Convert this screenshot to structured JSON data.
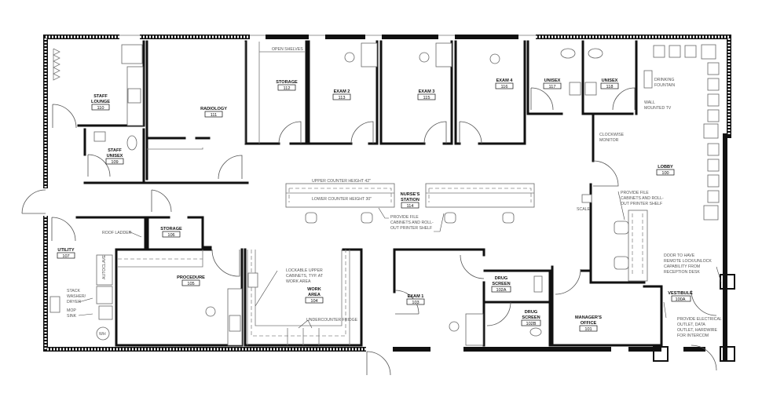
{
  "rooms": {
    "staff_lounge": {
      "name": "STAFF LOUNGE",
      "name1": "STAFF",
      "name2": "LOUNGE",
      "number": "110"
    },
    "staff_unisex": {
      "name1": "STAFF",
      "name2": "UNISEX",
      "number": "109"
    },
    "radiology": {
      "name": "RADIOLOGY",
      "number": "111"
    },
    "storage_112": {
      "name": "STORAGE",
      "number": "112"
    },
    "exam_2": {
      "name": "EXAM 2",
      "number": "113"
    },
    "exam_3": {
      "name": "EXAM 3",
      "number": "115"
    },
    "exam_4": {
      "name": "EXAM 4",
      "number": "116"
    },
    "unisex_117": {
      "name": "UNISEX",
      "number": "117"
    },
    "unisex_118": {
      "name": "UNISEX",
      "number": "118"
    },
    "lobby": {
      "name": "LOBBY",
      "number": "100"
    },
    "nurses_station": {
      "name1": "NURSE'S",
      "name2": "STATION",
      "number": "114"
    },
    "utility": {
      "name": "UTILITY",
      "number": "107"
    },
    "storage_106": {
      "name": "STORAGE",
      "number": "106"
    },
    "procedure": {
      "name": "PROCEDURE",
      "number": "105"
    },
    "work_area": {
      "name1": "WORK",
      "name2": "AREA",
      "number": "104"
    },
    "exam_1": {
      "name": "EXAM 1",
      "number": "103"
    },
    "drug_screen_a": {
      "name1": "DRUG",
      "name2": "SCREEN",
      "number": "102A"
    },
    "drug_screen_b": {
      "name1": "DRUG",
      "name2": "SCREEN",
      "number": "102B"
    },
    "managers_office": {
      "name1": "MANAGER'S",
      "name2": "OFFICE",
      "number": "101"
    },
    "vestibule": {
      "name": "VESTIBULE",
      "number": "100A"
    }
  },
  "notes": {
    "open_shelves": "OPEN SHELVES",
    "upper_counter": "UPPER COUNTER HEIGHT 42\"",
    "lower_counter": "LOWER COUNTER HEIGHT 30\"",
    "file_cabinets_1": [
      "PROVIDE FILE",
      "CABINETS AND ROLL-",
      "OUT PRINTER SHELF"
    ],
    "file_cabinets_2": [
      "PROVIDE FILE",
      "CABINETS AND ROLL-",
      "OUT PRINTER SHELF"
    ],
    "drinking_fountain": [
      "DRINKING",
      "FOUNTAIN"
    ],
    "wall_tv": [
      "WALL",
      "MOUNTED TV"
    ],
    "clockwise_monitor": [
      "CLOCKWISE",
      "MONITOR"
    ],
    "scale": "SCALE",
    "roof_ladder": "ROOF LADDER",
    "autoclave": "AUTOCLAVE",
    "stack_washer": [
      "STACK",
      "WASHER/",
      "DRYER"
    ],
    "mop_sink": [
      "MOP",
      "SINK"
    ],
    "water_heater": "WH",
    "lockable_cabinets": [
      "LOCKABLE UPPER",
      "CABINETS, TYP. AT",
      "WORK AREA"
    ],
    "undercounter_fridge": "UNDERCOUNTER FRIDGE",
    "remote_lock": [
      "DOOR TO HAVE",
      "REMOTE LOCK/UNLOCK",
      "CAPABILITY FROM",
      "RECEPTION DESK"
    ],
    "intercom": [
      "PROVIDE ELECTRICAL",
      "OUTLET, DATA",
      "OUTLET, HARDWIRE",
      "FOR INTERCOM"
    ]
  }
}
